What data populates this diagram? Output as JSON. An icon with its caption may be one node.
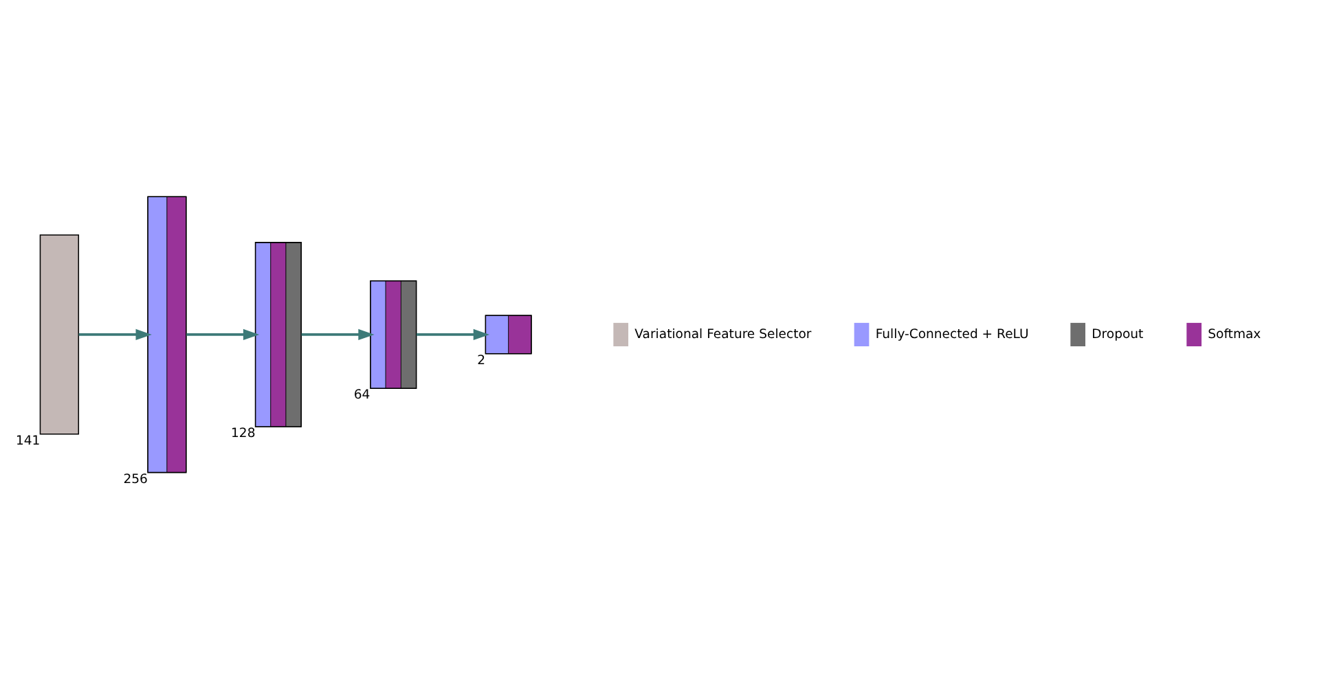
{
  "diagram": {
    "nodes": [
      {
        "text": [],
        "shape": "box",
        "beside": [
          "141"
        ]
      },
      {
        "text": [],
        "shape": "box",
        "beside": [
          "256"
        ]
      },
      {
        "text": [],
        "shape": "box",
        "beside": [
          "128"
        ]
      },
      {
        "text": [],
        "shape": "box",
        "beside": [
          "64"
        ]
      },
      {
        "text": [],
        "shape": "box",
        "beside": [
          "2"
        ]
      }
    ],
    "edges": [
      {
        "from": 0,
        "to": 1,
        "arrow": "to"
      },
      {
        "from": 1,
        "to": 2,
        "arrow": "to"
      },
      {
        "from": 2,
        "to": 3,
        "arrow": "to"
      },
      {
        "from": 3,
        "to": 4,
        "arrow": "to"
      }
    ],
    "legend": [
      {
        "text": "Variational Feature Selector",
        "color": "#c4b8b6"
      },
      {
        "text": "Fully-Connected + ReLU",
        "color": "#9999ff"
      },
      {
        "text": "Dropout",
        "color": "#6e6e6e"
      },
      {
        "text": "Softmax",
        "color": "#993399"
      }
    ]
  }
}
